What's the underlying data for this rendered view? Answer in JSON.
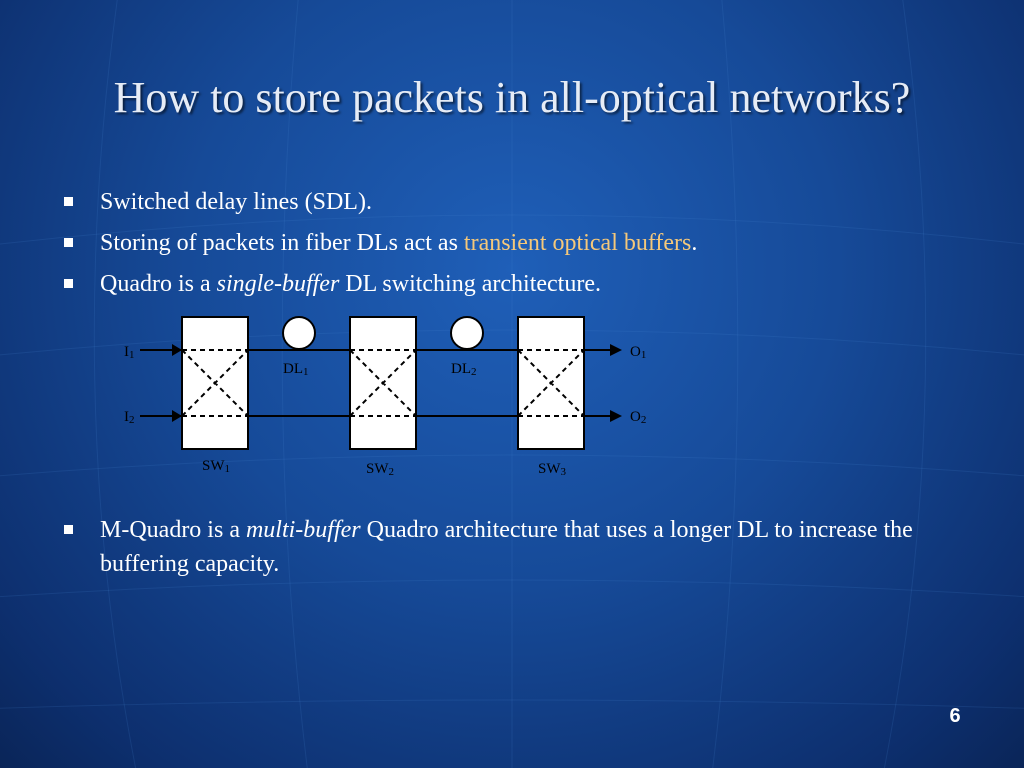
{
  "slide": {
    "title": "How to store packets in all-optical networks?",
    "page_number": "6"
  },
  "bullets": {
    "b1": {
      "text": "Switched delay lines (SDL)."
    },
    "b2": {
      "pre": "Storing of packets in fiber DLs act as ",
      "highlight": "transient optical buffers",
      "post": "."
    },
    "b3": {
      "pre": "Quadro is a ",
      "italic": "single-buffer",
      "post": " DL switching architecture."
    },
    "b4": {
      "pre": "M-Quadro is a ",
      "italic": "multi-buffer",
      "post": " Quadro architecture that uses a longer DL to increase the buffering capacity."
    }
  },
  "diagram": {
    "inputs": [
      {
        "base": "I",
        "sub": "1"
      },
      {
        "base": "I",
        "sub": "2"
      }
    ],
    "outputs": [
      {
        "base": "O",
        "sub": "1"
      },
      {
        "base": "O",
        "sub": "2"
      }
    ],
    "delay_lines": [
      {
        "base": "DL",
        "sub": "1"
      },
      {
        "base": "DL",
        "sub": "2"
      }
    ],
    "switches": [
      {
        "base": "SW",
        "sub": "1"
      },
      {
        "base": "SW",
        "sub": "2"
      },
      {
        "base": "SW",
        "sub": "3"
      }
    ]
  },
  "colors": {
    "background": "#164a98",
    "highlight_text": "#f5c87a",
    "diagram_stroke": "#000000",
    "diagram_fill": "#ffffff"
  }
}
